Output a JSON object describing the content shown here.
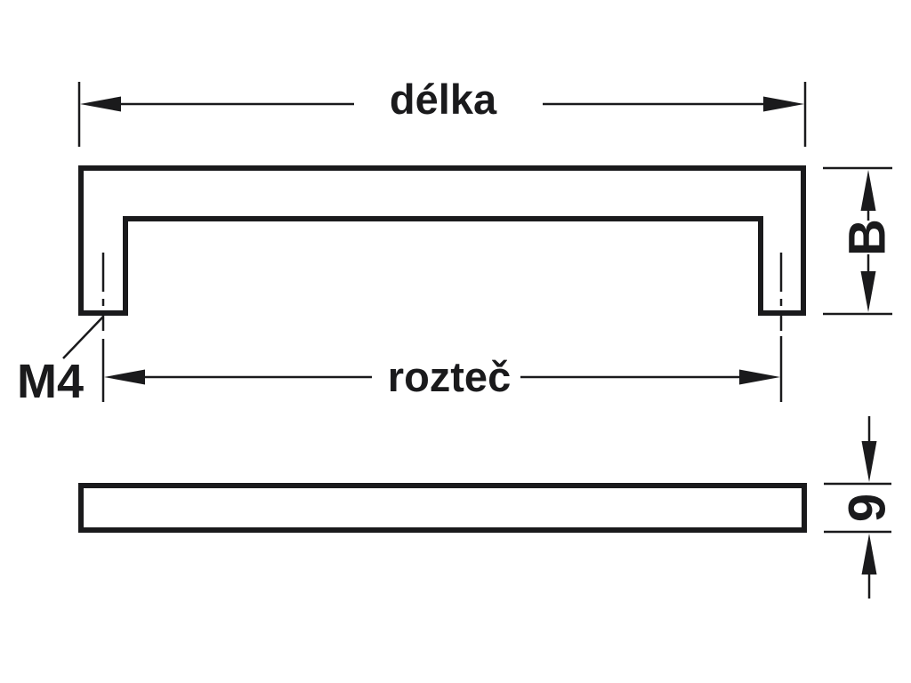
{
  "colors": {
    "ink": "#1a1a1c",
    "background": "#ffffff"
  },
  "drawing": {
    "view_top": {
      "length_dimension_label": "délka",
      "spacing_dimension_label": "rozteč",
      "height_dimension_label": "B",
      "thread_size_label": "M4"
    },
    "view_front": {
      "thickness_dimension_label": "9"
    }
  }
}
